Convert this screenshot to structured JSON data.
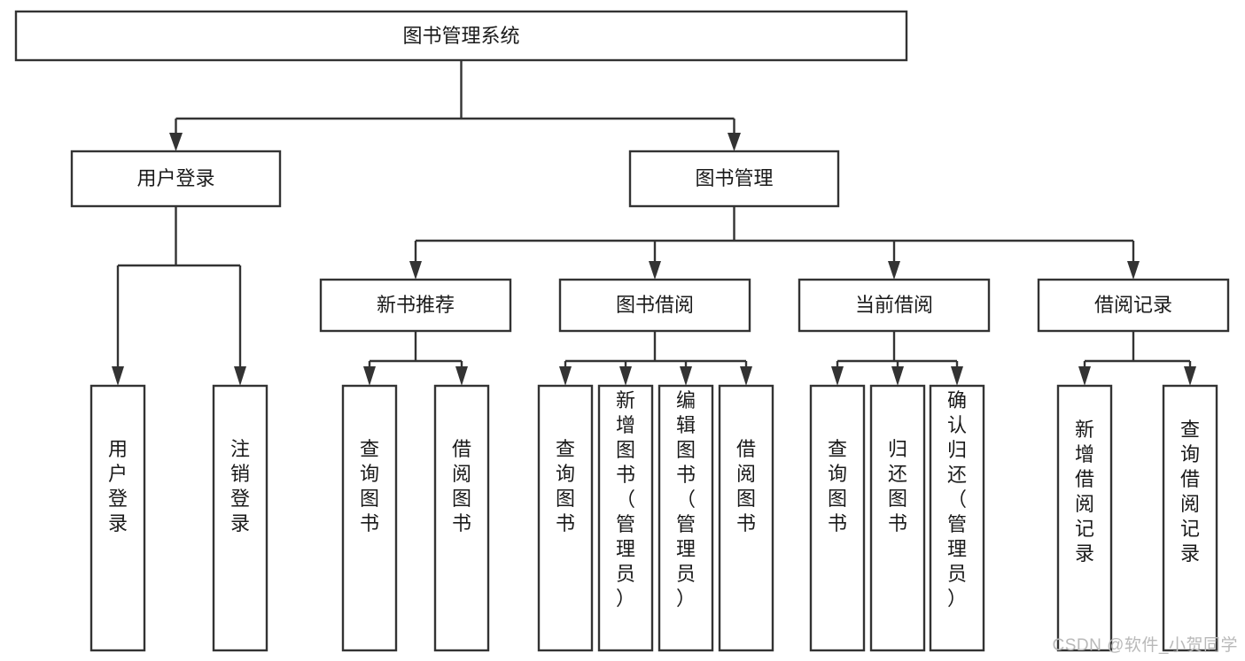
{
  "diagram": {
    "type": "tree-hierarchy",
    "title": "图书管理系统",
    "orientation": "top-down",
    "colors": {
      "box_stroke": "#333333",
      "box_fill": "#ffffff",
      "connector": "#333333",
      "text": "#1a1a1a",
      "watermark": "#b9b9b9",
      "background": "#ffffff"
    },
    "root": {
      "id": "root",
      "label": "图书管理系统",
      "orientation": "horizontal"
    },
    "level2": [
      {
        "id": "user-login",
        "label": "用户登录",
        "orientation": "horizontal"
      },
      {
        "id": "book-manage",
        "label": "图书管理",
        "orientation": "horizontal"
      }
    ],
    "level3": [
      {
        "id": "new-book-recommend",
        "label": "新书推荐",
        "orientation": "horizontal"
      },
      {
        "id": "book-borrow",
        "label": "图书借阅",
        "orientation": "horizontal"
      },
      {
        "id": "current-borrow",
        "label": "当前借阅",
        "orientation": "horizontal"
      },
      {
        "id": "borrow-record",
        "label": "借阅记录",
        "orientation": "horizontal"
      }
    ],
    "leaves": {
      "user-login": [
        {
          "id": "leaf-user-login",
          "label": "用户登录",
          "orientation": "vertical"
        },
        {
          "id": "leaf-logout-login",
          "label": "注销登录",
          "orientation": "vertical"
        }
      ],
      "new-book-recommend": [
        {
          "id": "leaf-query-book-1",
          "label": "查询图书",
          "orientation": "vertical"
        },
        {
          "id": "leaf-borrow-book-1",
          "label": "借阅图书",
          "orientation": "vertical"
        }
      ],
      "book-borrow": [
        {
          "id": "leaf-query-book-2",
          "label": "查询图书",
          "orientation": "vertical"
        },
        {
          "id": "leaf-add-book-admin",
          "label": "新增图书（管理员）",
          "orientation": "vertical"
        },
        {
          "id": "leaf-edit-book-admin",
          "label": "编辑图书（管理员）",
          "orientation": "vertical"
        },
        {
          "id": "leaf-borrow-book-2",
          "label": "借阅图书",
          "orientation": "vertical"
        }
      ],
      "current-borrow": [
        {
          "id": "leaf-query-book-3",
          "label": "查询图书",
          "orientation": "vertical"
        },
        {
          "id": "leaf-return-book",
          "label": "归还图书",
          "orientation": "vertical"
        },
        {
          "id": "leaf-confirm-return-admin",
          "label": "确认归还（管理员）",
          "orientation": "vertical"
        }
      ],
      "borrow-record": [
        {
          "id": "leaf-add-borrow-record",
          "label": "新增借阅记录",
          "orientation": "vertical"
        },
        {
          "id": "leaf-query-borrow-record",
          "label": "查询借阅记录",
          "orientation": "vertical"
        }
      ]
    }
  },
  "watermark": {
    "text": "CSDN @软件_小贺同学"
  }
}
